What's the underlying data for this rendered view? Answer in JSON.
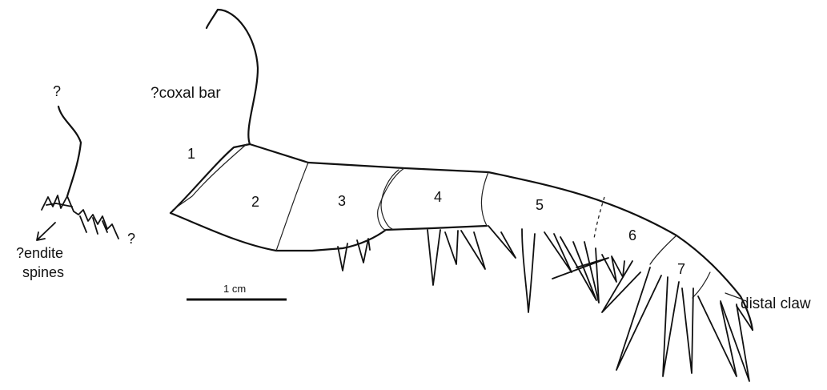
{
  "figure": {
    "labels": {
      "question_top": "?",
      "coxal_bar": "?coxal bar",
      "question_right": "?",
      "endite_line1": "?endite",
      "endite_line2": "spines",
      "distal_claw": "distal claw",
      "scale_text": "1 cm"
    },
    "podomeres": [
      "1",
      "2",
      "3",
      "4",
      "5",
      "6",
      "7"
    ],
    "colors": {
      "ink": "#111111",
      "background": "#ffffff"
    }
  }
}
